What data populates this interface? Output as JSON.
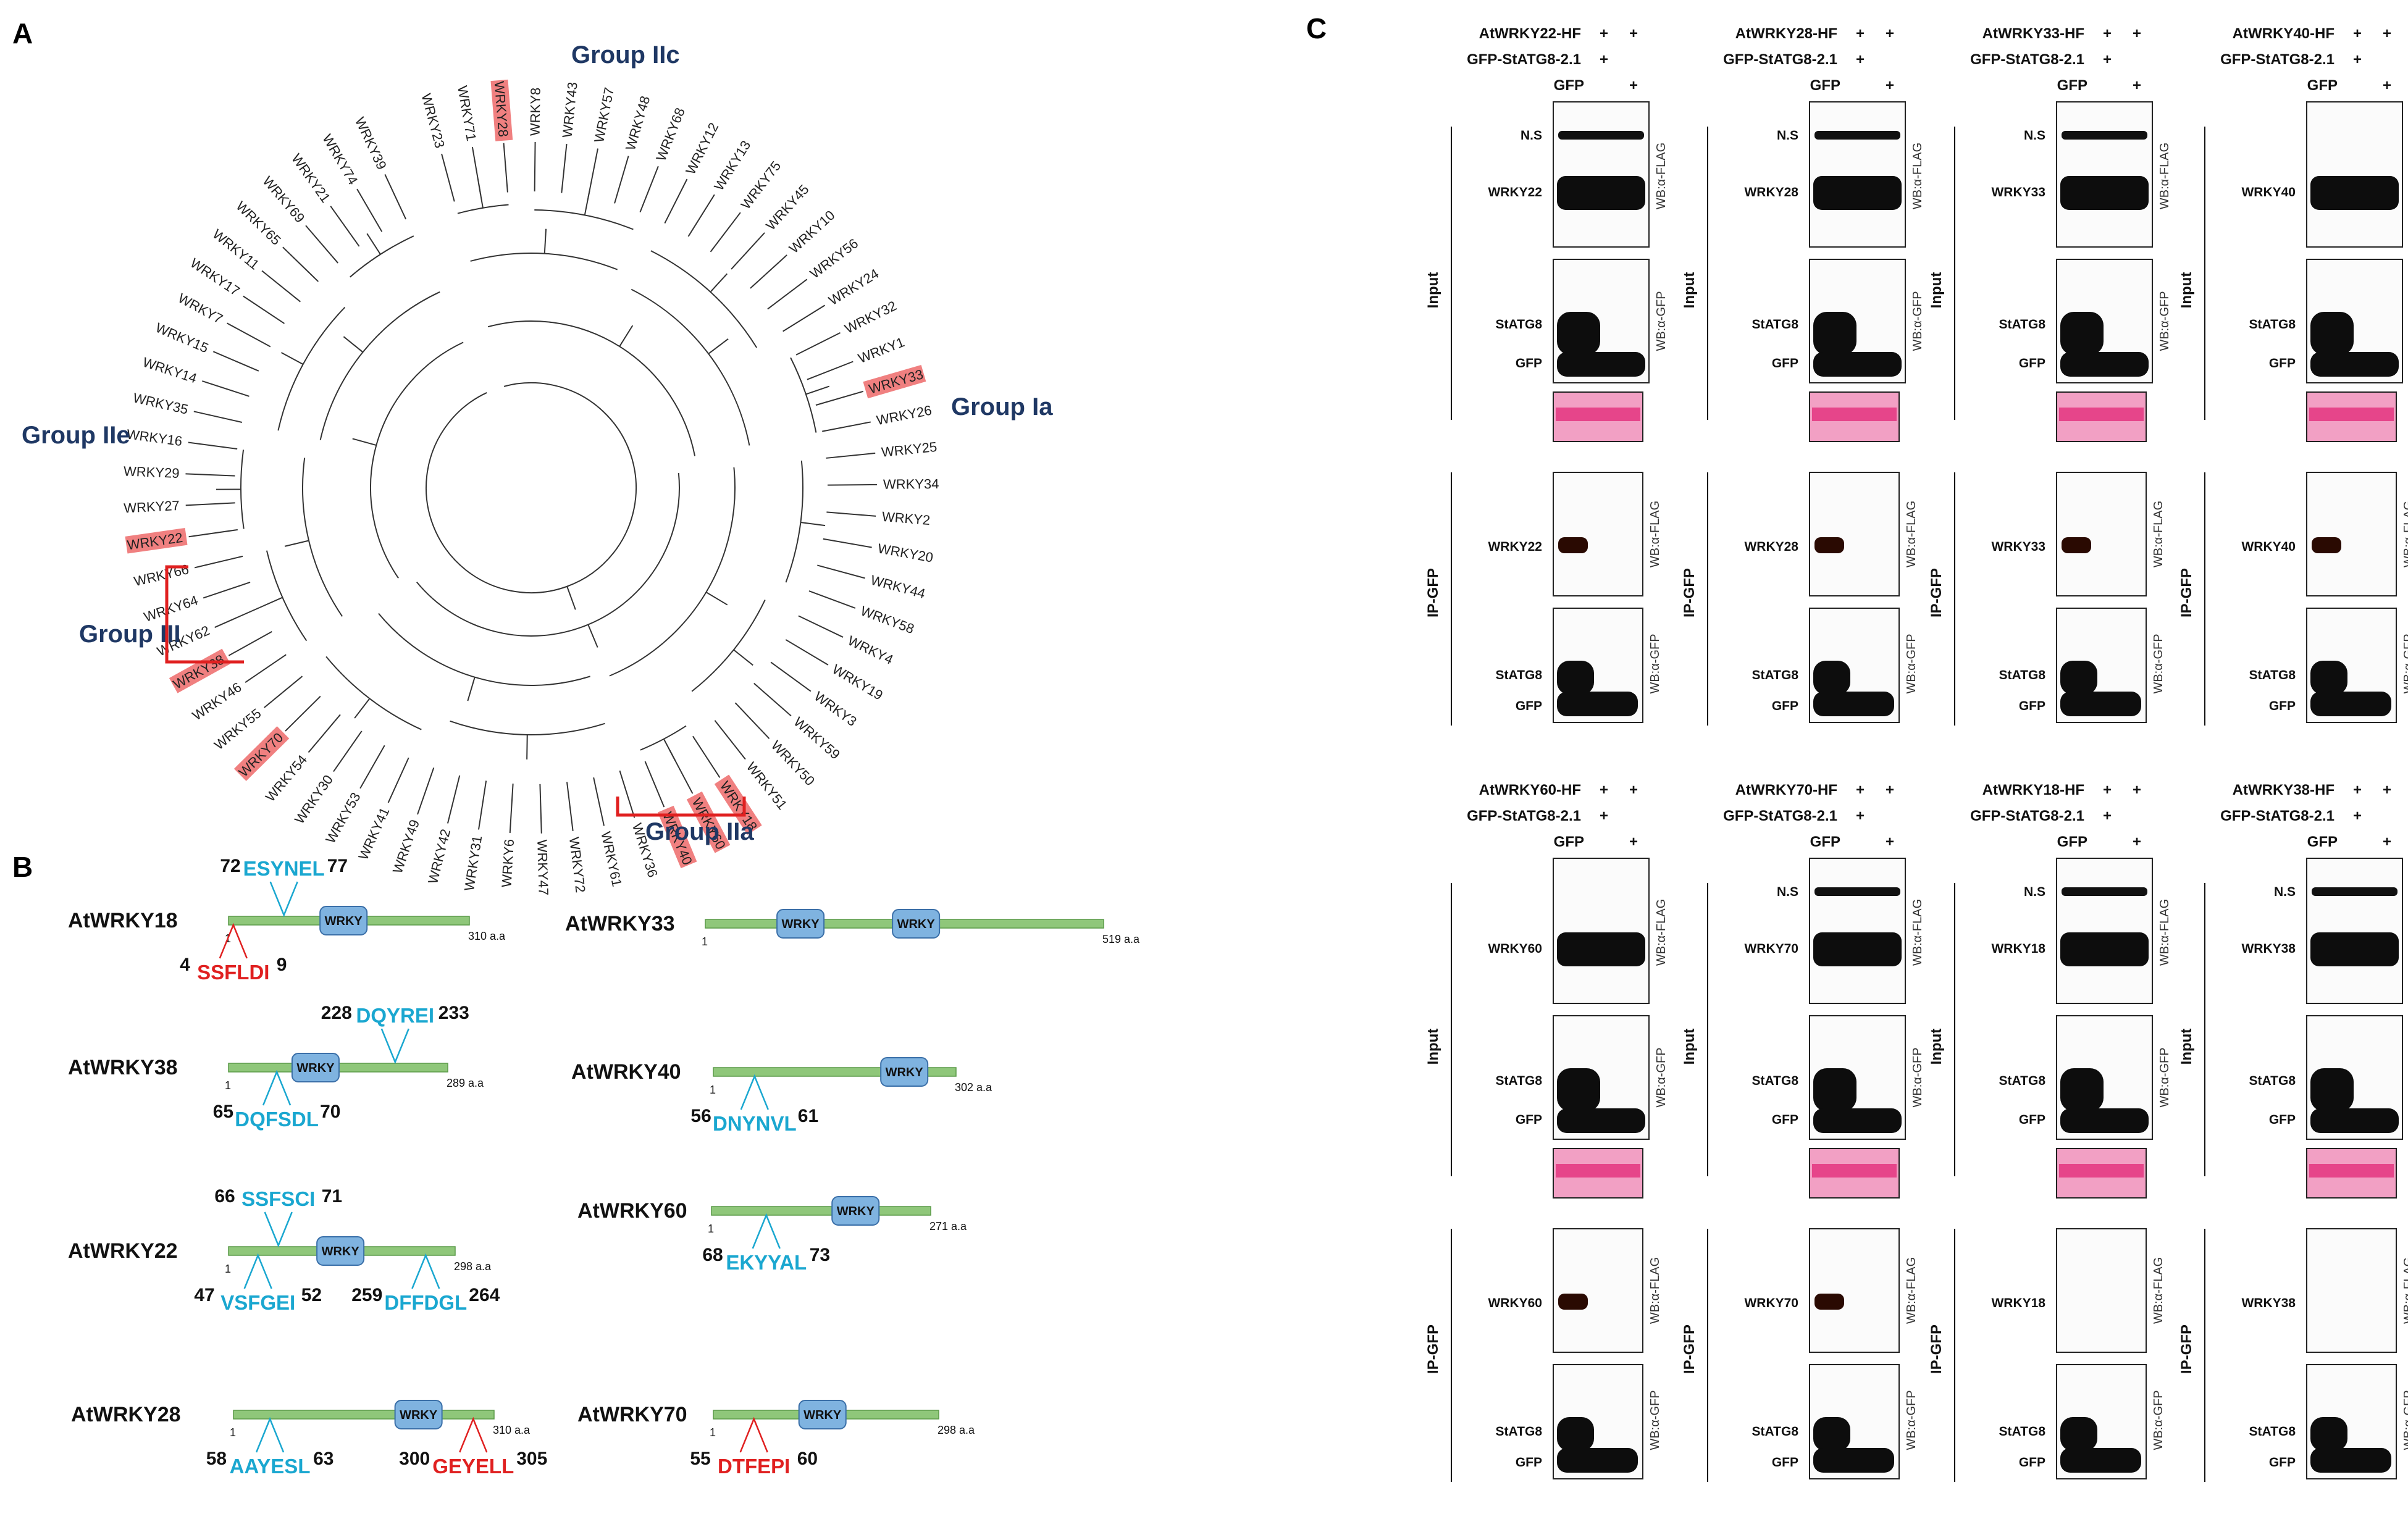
{
  "panel_labels": {
    "a": "A",
    "b": "B",
    "c": "C"
  },
  "tree": {
    "leaves": [
      "WRKY23",
      "WRKY71",
      "WRKY28",
      "WRKY8",
      "WRKY43",
      "WRKY57",
      "WRKY48",
      "WRKY68",
      "WRKY12",
      "WRKY13",
      "WRKY75",
      "WRKY45",
      "WRKY10",
      "WRKY56",
      "WRKY24",
      "WRKY32",
      "WRKY1",
      "WRKY33",
      "WRKY26",
      "WRKY25",
      "WRKY34",
      "WRKY2",
      "WRKY20",
      "WRKY44",
      "WRKY58",
      "WRKY4",
      "WRKY19",
      "WRKY3",
      "WRKY59",
      "WRKY50",
      "WRKY51",
      "WRKY18",
      "WRKY60",
      "WRKY40",
      "WRKY36",
      "WRKY61",
      "WRKY72",
      "WRKY47",
      "WRKY6",
      "WRKY31",
      "WRKY42",
      "WRKY49",
      "WRKY41",
      "WRKY53",
      "WRKY30",
      "WRKY54",
      "WRKY70",
      "WRKY55",
      "WRKY46",
      "WRKY38",
      "WRKY62",
      "WRKY64",
      "WRKY66",
      "WRKY22",
      "WRKY27",
      "WRKY29",
      "WRKY16",
      "WRKY35",
      "WRKY14",
      "WRKY15",
      "WRKY7",
      "WRKY17",
      "WRKY11",
      "WRKY65",
      "WRKY69",
      "WRKY21",
      "WRKY74",
      "WRKY39"
    ],
    "highlighted": [
      "WRKY28",
      "WRKY33",
      "WRKY18",
      "WRKY60",
      "WRKY40",
      "WRKY70",
      "WRKY38",
      "WRKY22"
    ],
    "group_labels": {
      "iic": "Group IIc",
      "ia": "Group Ia",
      "iie": "Group IIe",
      "iii": "Group III",
      "iia": "Group IIa"
    },
    "highlight_color": "#f08080",
    "bracket_color": "#e02020"
  },
  "proteins": [
    {
      "name": "AtWRKY18",
      "length_label": "310 a.a",
      "start": "1",
      "domains": [
        "WRKY"
      ],
      "motifs": [
        {
          "start": "72",
          "end": "77",
          "seq": "ESYNEL",
          "color": "#1aa7d0"
        },
        {
          "start": "4",
          "end": "9",
          "seq": "SSFLDI",
          "color": "#e02020"
        }
      ]
    },
    {
      "name": "AtWRKY38",
      "length_label": "289 a.a",
      "start": "1",
      "domains": [
        "WRKY"
      ],
      "motifs": [
        {
          "start": "228",
          "end": "233",
          "seq": "DQYREI",
          "color": "#1aa7d0"
        },
        {
          "start": "65",
          "end": "70",
          "seq": "DQFSDL",
          "color": "#1aa7d0"
        }
      ]
    },
    {
      "name": "AtWRKY22",
      "length_label": "298 a.a",
      "start": "1",
      "domains": [
        "WRKY"
      ],
      "motifs": [
        {
          "start": "66",
          "end": "71",
          "seq": "SSFSCI",
          "color": "#1aa7d0"
        },
        {
          "start": "47",
          "end": "52",
          "seq": "VSFGEI",
          "color": "#1aa7d0"
        },
        {
          "start": "259",
          "end": "264",
          "seq": "DFFDGL",
          "color": "#1aa7d0"
        }
      ]
    },
    {
      "name": "AtWRKY28",
      "length_label": "310 a.a",
      "start": "1",
      "domains": [
        "WRKY"
      ],
      "motifs": [
        {
          "start": "58",
          "end": "63",
          "seq": "AAYESL",
          "color": "#1aa7d0"
        },
        {
          "start": "300",
          "end": "305",
          "seq": "GEYELL",
          "color": "#e02020"
        }
      ]
    },
    {
      "name": "AtWRKY33",
      "length_label": "519 a.a",
      "start": "1",
      "domains": [
        "WRKY",
        "WRKY"
      ],
      "motifs": []
    },
    {
      "name": "AtWRKY40",
      "length_label": "302 a.a",
      "start": "1",
      "domains": [
        "WRKY"
      ],
      "motifs": [
        {
          "start": "56",
          "end": "61",
          "seq": "DNYNVL",
          "color": "#1aa7d0"
        }
      ]
    },
    {
      "name": "AtWRKY60",
      "length_label": "271 a.a",
      "start": "1",
      "domains": [
        "WRKY"
      ],
      "motifs": [
        {
          "start": "68",
          "end": "73",
          "seq": "EKYYAL",
          "color": "#1aa7d0"
        }
      ]
    },
    {
      "name": "AtWRKY70",
      "length_label": "298 a.a",
      "start": "1",
      "domains": [
        "WRKY"
      ],
      "motifs": [
        {
          "start": "55",
          "end": "60",
          "seq": "DTFEPI",
          "color": "#e02020"
        }
      ]
    }
  ],
  "blots": {
    "common": {
      "gfp_construct": "GFP-StATG8-2.1",
      "gfp": "GFP",
      "plus": "+",
      "input": "Input",
      "ip": "IP-GFP",
      "wb_flag": "WB:α-FLAG",
      "wb_gfp": "WB:α-GFP",
      "statg8": "StATG8",
      "gfp_band": "GFP",
      "ns": "N.S"
    },
    "panels": [
      {
        "construct": "AtWRKY22-HF",
        "target": "WRKY22",
        "ns": true,
        "ip_signal": true
      },
      {
        "construct": "AtWRKY28-HF",
        "target": "WRKY28",
        "ns": true,
        "ip_signal": true
      },
      {
        "construct": "AtWRKY33-HF",
        "target": "WRKY33",
        "ns": true,
        "ip_signal": true
      },
      {
        "construct": "AtWRKY40-HF",
        "target": "WRKY40",
        "ns": false,
        "ip_signal": true
      },
      {
        "construct": "AtWRKY60-HF",
        "target": "WRKY60",
        "ns": false,
        "ip_signal": true
      },
      {
        "construct": "AtWRKY70-HF",
        "target": "WRKY70",
        "ns": true,
        "ip_signal": true
      },
      {
        "construct": "AtWRKY18-HF",
        "target": "WRKY18",
        "ns": true,
        "ip_signal": false
      },
      {
        "construct": "AtWRKY38-HF",
        "target": "WRKY38",
        "ns": true,
        "ip_signal": false
      }
    ]
  }
}
